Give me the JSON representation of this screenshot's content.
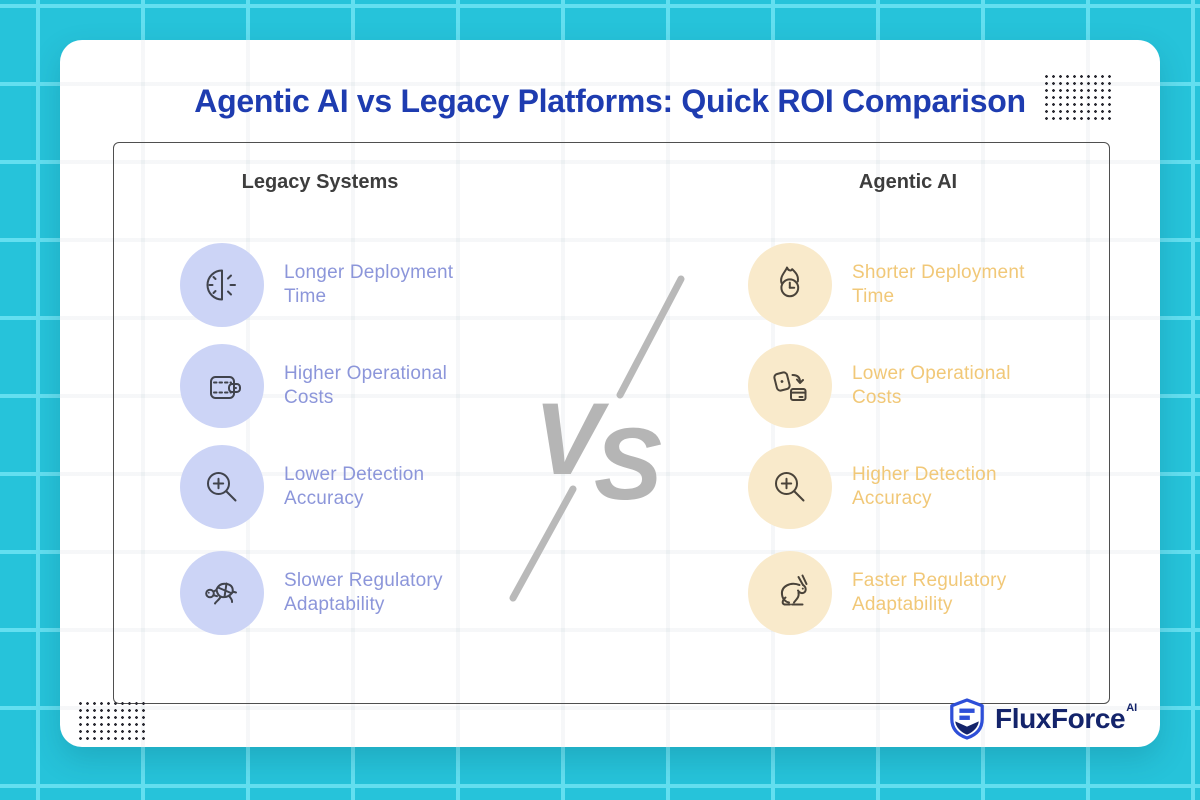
{
  "header": {
    "title": "Agentic AI vs Legacy Platforms: Quick ROI Comparison"
  },
  "comparison": {
    "left": {
      "header": "Legacy Systems",
      "items": [
        {
          "icon": "half-clock-icon",
          "label": "Longer Deployment Time"
        },
        {
          "icon": "wallet-icon",
          "label": "Higher Operational Costs"
        },
        {
          "icon": "magnifier-plus-icon",
          "label": "Lower Detection Accuracy"
        },
        {
          "icon": "turtle-icon",
          "label": "Slower Regulatory Adaptability"
        }
      ]
    },
    "right": {
      "header": "Agentic AI",
      "items": [
        {
          "icon": "flame-clock-icon",
          "label": "Shorter Deployment Time"
        },
        {
          "icon": "money-transfer-icon",
          "label": "Lower Operational Costs"
        },
        {
          "icon": "magnifier-plus-icon",
          "label": "Higher Detection Accuracy"
        },
        {
          "icon": "rabbit-icon",
          "label": "Faster Regulatory Adaptability"
        }
      ]
    },
    "versus": {
      "v": "V",
      "s": "S"
    }
  },
  "logo": {
    "brand": "FluxForce",
    "superscript": "AI"
  },
  "colors": {
    "background": "#26c3da",
    "grid_line": "#63dff0",
    "title": "#1e3cb0",
    "column_header": "#3d3d3d",
    "legacy_circle": "#ccd4f6",
    "legacy_text": "#8c96da",
    "agentic_circle": "#f9eacb",
    "agentic_text": "#f1c878",
    "versus_gray": "#b5b5b5",
    "logo_navy": "#14246b",
    "logo_blue": "#2e4fd8"
  }
}
